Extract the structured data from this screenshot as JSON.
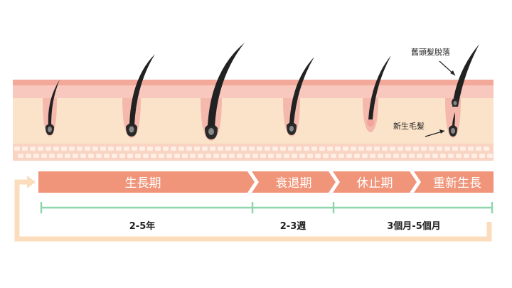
{
  "annotations": {
    "shed_hair": "舊頭髮脫落",
    "new_hair": "新生毛髮"
  },
  "stages": [
    {
      "label": "生長期"
    },
    {
      "label": "衰退期"
    },
    {
      "label": "休止期"
    },
    {
      "label": "重新生長"
    }
  ],
  "durations": [
    {
      "label": "2-5年"
    },
    {
      "label": "2-3週"
    },
    {
      "label": "3個月-5個月"
    }
  ],
  "colors": {
    "stage_bar": "#f0957a",
    "duration_line": "#8fd6ad",
    "skin_light": "#fbe3c9",
    "skin_pink": "#f5b8ad",
    "cycle_arrow": "#fbdcbc",
    "hair": "#222222"
  }
}
